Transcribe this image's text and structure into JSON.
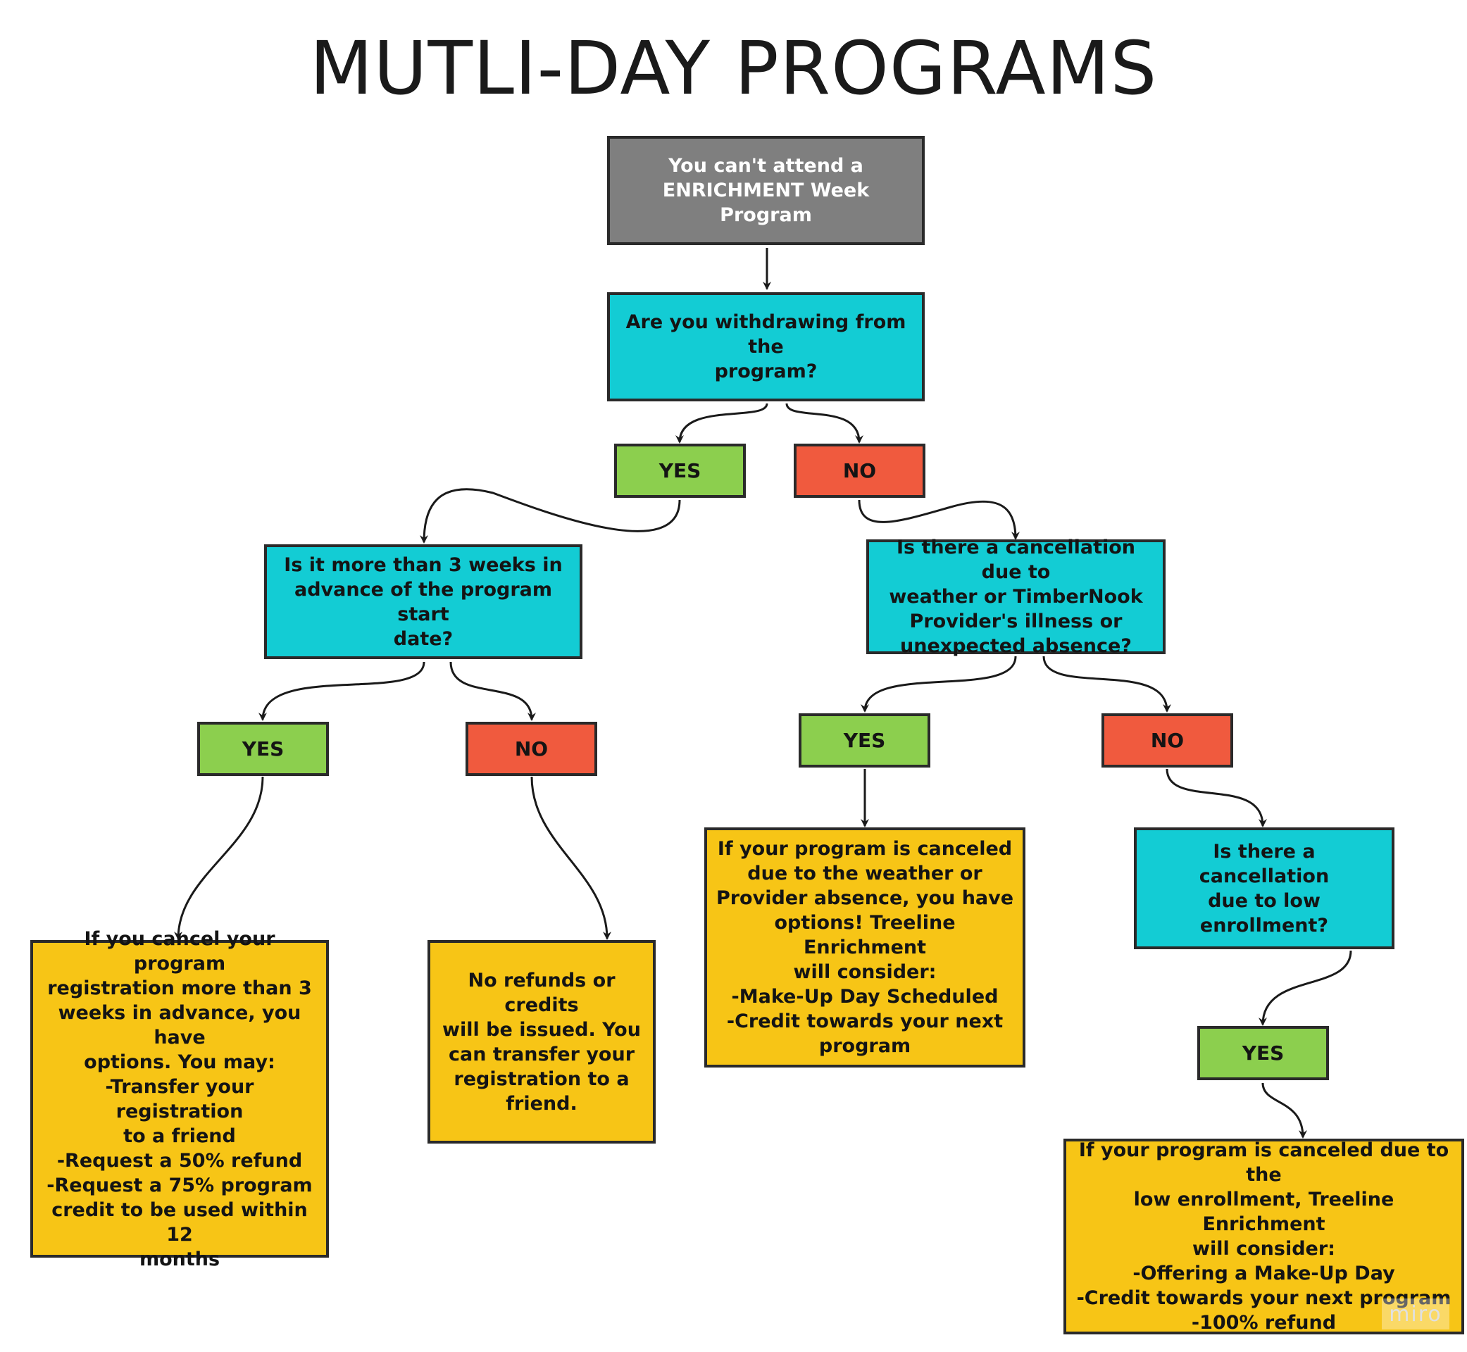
{
  "title": "MUTLI-DAY PROGRAMS",
  "nodes": {
    "start": "You can't attend a\nENRICHMENT Week Program",
    "q_withdraw": "Are you withdrawing from the\nprogram?",
    "yes_withdraw": "YES",
    "no_withdraw": "NO",
    "q_advance": "Is it more than 3 weeks in\nadvance of the program start\ndate?",
    "q_weather": "Is there a cancellation due to\nweather or TimberNook\nProvider's illness or\nunexpected absence?",
    "yes_advance": "YES",
    "no_advance": "NO",
    "yes_weather": "YES",
    "no_weather": "NO",
    "outcome_advance_yes": "If you cancel your program\nregistration more than 3\nweeks in advance, you have\noptions.  You may:\n-Transfer your registration\nto a friend\n-Request a 50% refund\n-Request a 75% program\ncredit to be used within 12\nmonths",
    "outcome_advance_no": "No refunds or credits\nwill be issued.  You\ncan transfer your\nregistration to a\nfriend.",
    "outcome_weather_yes": "If your program is canceled\ndue to the weather or\nProvider absence, you have\noptions!  Treeline Enrichment\nwill consider:\n-Make-Up Day Scheduled\n-Credit towards your next\nprogram",
    "q_enrollment": "Is there a cancellation\ndue to low enrollment?",
    "yes_enrollment": "YES",
    "outcome_enrollment_yes": "If your program is canceled due to the\nlow enrollment, Treeline Enrichment\nwill consider:\n-Offering a Make-Up Day\n-Credit towards your next program\n-100% refund"
  },
  "colors": {
    "start": "#7f7f7f",
    "question": "#13ccd4",
    "yes": "#8ccf4e",
    "no": "#f05a3e",
    "outcome": "#f7c516",
    "border": "#2a2a2a"
  },
  "watermark": "miro"
}
